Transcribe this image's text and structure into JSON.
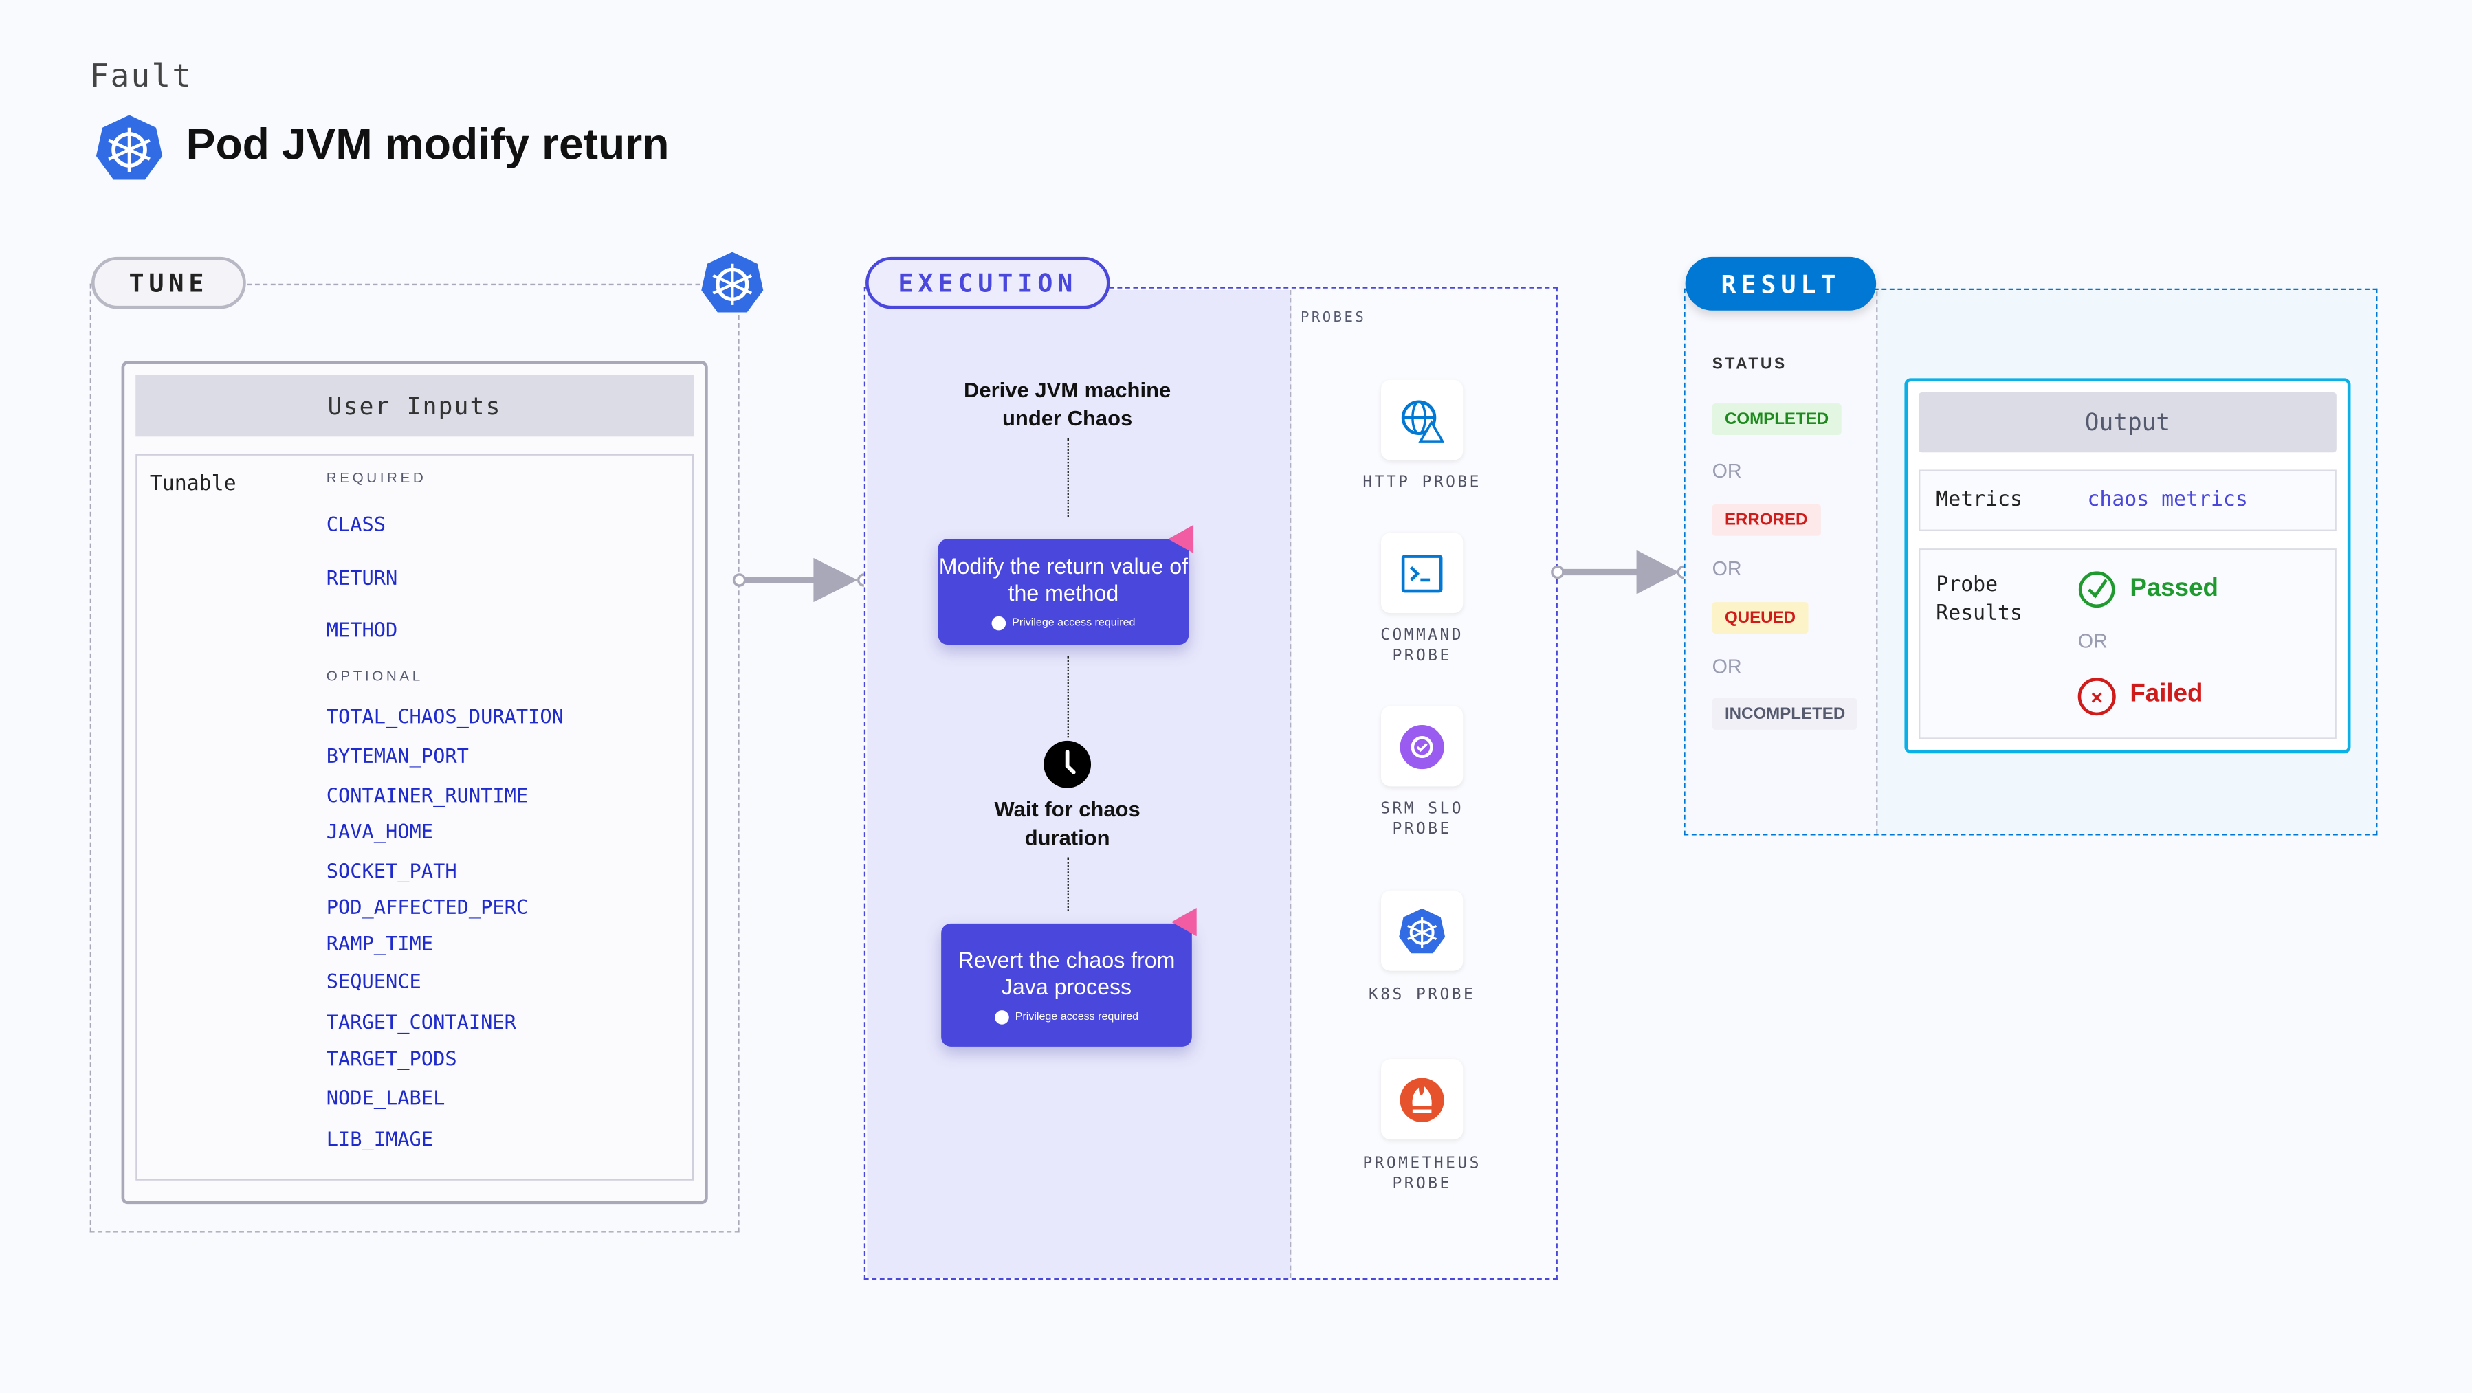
{
  "header": {
    "category": "Fault",
    "title": "Pod JVM modify return",
    "logo_icon": "kubernetes-icon"
  },
  "tune": {
    "label": "TUNE",
    "panel_title": "User Inputs",
    "row_label": "Tunable",
    "required_label": "REQUIRED",
    "required": [
      "CLASS",
      "RETURN",
      "METHOD"
    ],
    "optional_label": "OPTIONAL",
    "optional": [
      "TOTAL_CHAOS_DURATION",
      "BYTEMAN_PORT",
      "CONTAINER_RUNTIME",
      "JAVA_HOME",
      "SOCKET_PATH",
      "POD_AFFECTED_PERC",
      "RAMP_TIME",
      "SEQUENCE",
      "TARGET_CONTAINER",
      "TARGET_PODS",
      "NODE_LABEL",
      "LIB_IMAGE"
    ]
  },
  "execution": {
    "label": "EXECUTION",
    "step1": "Derive JVM machine under Chaos",
    "step2": "Modify the return value of the method",
    "step2_note": "Privilege access required",
    "step3": "Wait for chaos duration",
    "step4": "Revert the chaos from Java process",
    "step4_note": "Privilege access required",
    "accent": "#4a47dc"
  },
  "probes": {
    "label": "PROBES",
    "items": [
      {
        "name": "HTTP PROBE",
        "icon": "globe-warning-icon"
      },
      {
        "name": "COMMAND PROBE",
        "icon": "terminal-icon"
      },
      {
        "name": "SRM SLO PROBE",
        "icon": "slo-icon"
      },
      {
        "name": "K8S PROBE",
        "icon": "kubernetes-icon"
      },
      {
        "name": "PROMETHEUS PROBE",
        "icon": "prometheus-icon"
      }
    ]
  },
  "result": {
    "label": "RESULT",
    "status_label": "STATUS",
    "statuses": [
      "COMPLETED",
      "ERRORED",
      "QUEUED",
      "INCOMPLETED"
    ],
    "or": "OR",
    "output_title": "Output",
    "metrics_label": "Metrics",
    "metrics_value": "chaos metrics",
    "probe_results_label": "Probe Results",
    "passed": "Passed",
    "failed": "Failed",
    "accent": "#0078d4"
  }
}
